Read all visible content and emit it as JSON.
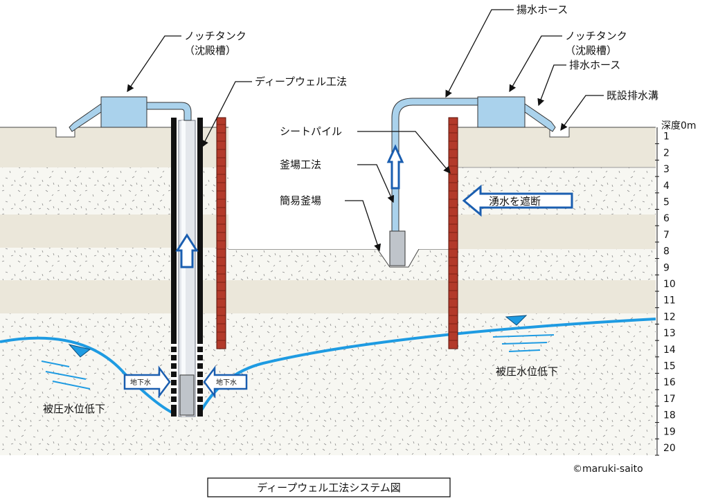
{
  "labels": {
    "notch_tank_left_1": "ノッチタンク",
    "notch_tank_left_2": "（沈殿槽）",
    "deep_well_method": "ディープウェル工法",
    "pump_hose": "揚水ホース",
    "notch_tank_right_1": "ノッチタンク",
    "notch_tank_right_2": "（沈殿槽）",
    "drain_hose": "排水ホース",
    "existing_drain": "既設排水溝",
    "sheet_pile": "シートパイル",
    "kamaba_method": "釜場工法",
    "simple_kamaba": "簡易釜場",
    "cut_off_water": "湧水を遮断",
    "groundwater_left": "地下水",
    "groundwater_right": "地下水",
    "confined_drop_left": "被圧水位低下",
    "confined_drop_right": "被圧水位低下",
    "copyright": "©maruki-saito",
    "caption": "ディープウェル工法システム図"
  },
  "depth_scale": {
    "header": "深度0m",
    "ticks": [
      "1",
      "2",
      "3",
      "4",
      "5",
      "6",
      "7",
      "8",
      "9",
      "10",
      "11",
      "12",
      "13",
      "14",
      "15",
      "16",
      "17",
      "18",
      "19",
      "20"
    ]
  },
  "colors": {
    "clay": "#ebe7da",
    "sand": "#f7f7f2",
    "water": "#1e9be2",
    "tank": "#aad2ec",
    "pile": "#b33a2a",
    "arrow": "#1a5eb0"
  }
}
